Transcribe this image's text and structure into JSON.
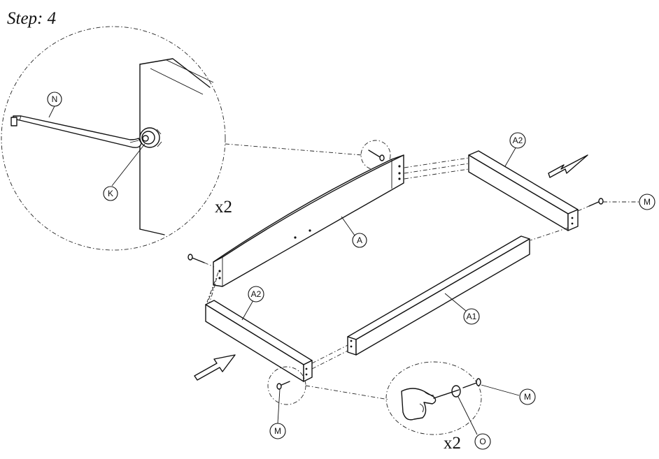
{
  "step_title": "Step: 4",
  "quantity_labels": {
    "hex_key_detail": "x2",
    "screwdriver_detail": "x2"
  },
  "part_callouts": {
    "panel_a": "A",
    "panel_a1": "A1",
    "panel_a2_top": "A2",
    "panel_a2_bottom": "A2",
    "hex_key": "N",
    "barrel_nut": "K",
    "bolt_right": "M",
    "bolt_bottom": "M",
    "bolt_detail": "M",
    "screwdriver_tool": "O"
  },
  "icons": [
    "hex-key-icon",
    "barrel-nut-icon",
    "bolt-icon",
    "hand-screwdriver-icon",
    "direction-arrow-icon"
  ]
}
